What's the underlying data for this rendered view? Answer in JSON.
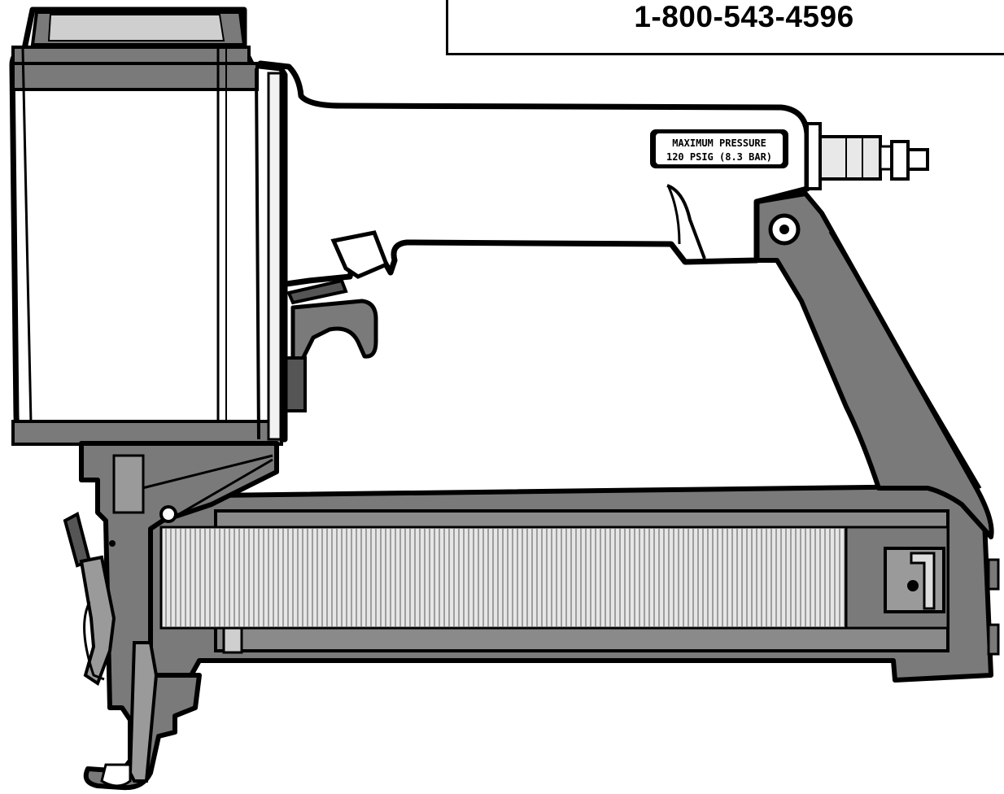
{
  "callout": {
    "phone_number": "1-800-543-4596"
  },
  "warning_plate": {
    "line1": "MAXIMUM PRESSURE",
    "line2": "120 PSIG (8.3 BAR)"
  },
  "colors": {
    "outline": "#000000",
    "body_light": "#ffffff",
    "body_gray": "#7a7a7a",
    "body_mid": "#9a9a9a",
    "fastener_strip": "#e6e6e6"
  },
  "icons": {
    "tool": "pneumatic-nailer-illustration",
    "fitting": "air-fitting-icon",
    "pivot": "pivot-screw-icon"
  }
}
